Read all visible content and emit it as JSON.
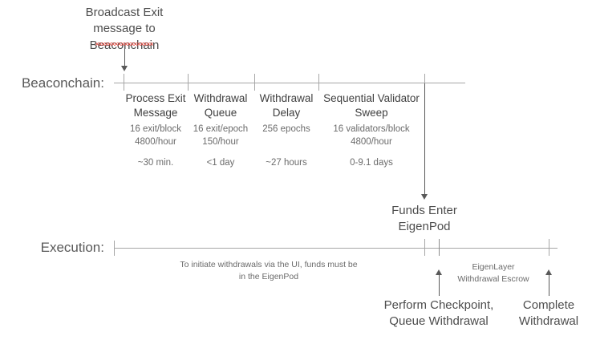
{
  "diagram": {
    "title_note": "Ethereum validator exit and EigenLayer withdrawal timeline",
    "callout_top": {
      "line1": "Broadcast Exit",
      "line2": "message to",
      "line3": "Beaconchain",
      "spellcheck_color": "#e8433a"
    },
    "rows": {
      "beaconchain_label": "Beaconchain:",
      "execution_label": "Execution:"
    },
    "beaconchain_stages": [
      {
        "name_line1": "Process Exit",
        "name_line2": "Message",
        "rate_line1": "16 exit/block",
        "rate_line2": "4800/hour",
        "duration": "~30 min."
      },
      {
        "name_line1": "Withdrawal",
        "name_line2": "Queue",
        "rate_line1": "16 exit/epoch",
        "rate_line2": "150/hour",
        "duration": "<1 day"
      },
      {
        "name_line1": "Withdrawal",
        "name_line2": "Delay",
        "rate_line1": "256 epochs",
        "rate_line2": "",
        "duration": "~27 hours"
      },
      {
        "name_line1": "Sequential Validator",
        "name_line2": "Sweep",
        "rate_line1": "16 validators/block",
        "rate_line2": "4800/hour",
        "duration": "0-9.1 days"
      }
    ],
    "funds_enter": {
      "line1": "Funds Enter",
      "line2": "EigenPod"
    },
    "execution_note": {
      "line1": "To initiate withdrawals via the UI, funds must be",
      "line2": "in the EigenPod"
    },
    "escrow_label": {
      "line1": "EigenLayer",
      "line2": "Withdrawal Escrow"
    },
    "checkpoint_label": {
      "line1": "Perform Checkpoint,",
      "line2": "Queue Withdrawal"
    },
    "complete_label": {
      "line1": "Complete",
      "line2": "Withdrawal"
    },
    "colors": {
      "line": "#a6a6a6",
      "text": "#595959",
      "arrow": "#595959",
      "background": "#ffffff"
    }
  }
}
